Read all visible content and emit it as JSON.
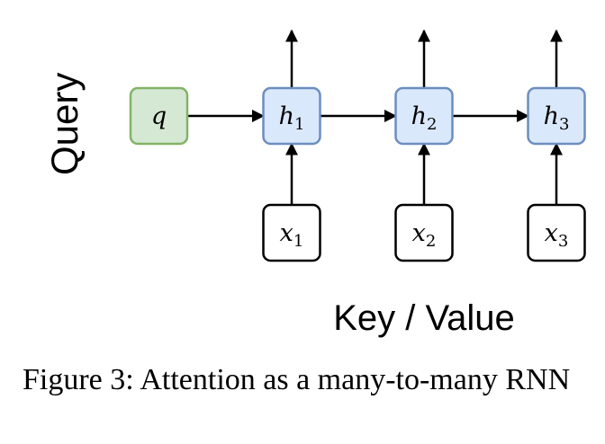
{
  "diagram": {
    "query_label": "Query",
    "kv_label": "Key / Value",
    "query_node": {
      "label": "q"
    },
    "hidden_nodes": [
      {
        "base": "h",
        "sub": "1"
      },
      {
        "base": "h",
        "sub": "2"
      },
      {
        "base": "h",
        "sub": "3"
      }
    ],
    "input_nodes": [
      {
        "base": "x",
        "sub": "1"
      },
      {
        "base": "x",
        "sub": "2"
      },
      {
        "base": "x",
        "sub": "3"
      }
    ],
    "colors": {
      "query_fill": "#d5e8d4",
      "query_stroke": "#82b366",
      "hidden_fill": "#dae8fc",
      "hidden_stroke": "#6c8ebf",
      "input_fill": "#ffffff",
      "input_stroke": "#000000",
      "arrow": "#000000"
    }
  },
  "caption": {
    "text": "Figure 3:  Attention as a many-to-many RNN"
  }
}
